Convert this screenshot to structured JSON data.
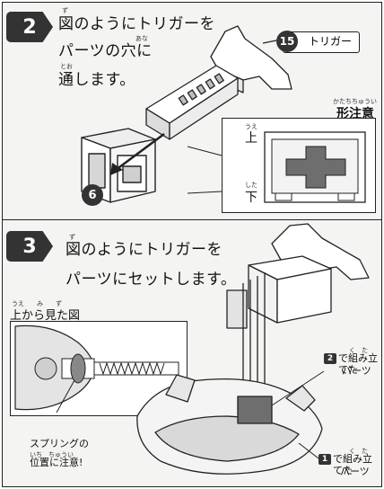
{
  "step2": {
    "number": "2",
    "ruby_zu": "ず",
    "ruby_ana": "あな",
    "ruby_too": "とお",
    "line1": "図のようにトリガーを",
    "line2": "パーツの穴に",
    "line3": "通します。",
    "part_number": "15",
    "part_label": "トリガー",
    "base_part_number": "6",
    "shape_note_ruby": "かたちちゅうい",
    "shape_note": "形注意",
    "top_ruby": "うえ",
    "top_label": "上",
    "bottom_ruby": "した",
    "bottom_label": "下"
  },
  "step3": {
    "number": "3",
    "ruby_zu": "ず",
    "line1": "図のようにトリガーを",
    "line2": "パーツにセットします。",
    "view_ruby": "うえ　　み　　ず",
    "view_label": "上から見た図",
    "spring_line1": "スプリングの",
    "spring_ruby": "いち　ちゅうい",
    "spring_line2": "位置に注意!",
    "ref2_ruby": "く　た",
    "ref2_number": "2",
    "ref2_line1": "で組み立てた",
    "ref2_line2": "パーツ",
    "ref1_ruby": "く　た",
    "ref1_number": "1",
    "ref1_line1": "で組み立てた",
    "ref1_line2": "パーツ"
  }
}
